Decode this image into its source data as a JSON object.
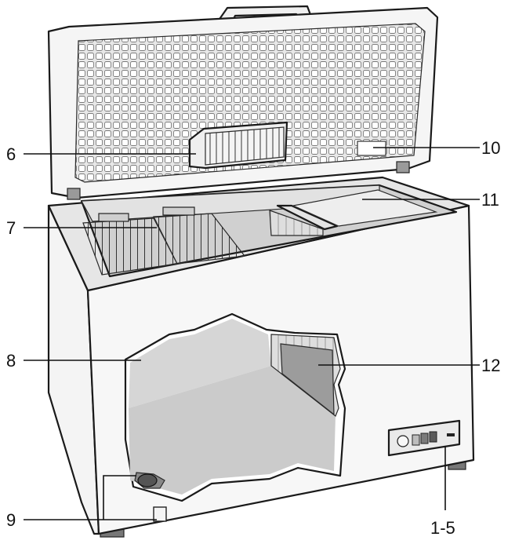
{
  "diagram": {
    "callouts": [
      {
        "id": "6",
        "label": "6"
      },
      {
        "id": "10",
        "label": "10"
      },
      {
        "id": "7",
        "label": "7"
      },
      {
        "id": "11",
        "label": "11"
      },
      {
        "id": "8",
        "label": "8"
      },
      {
        "id": "12",
        "label": "12"
      },
      {
        "id": "9",
        "label": "9"
      },
      {
        "id": "1-5",
        "label": "1-5"
      }
    ],
    "colors": {
      "body": "#f2f2f2",
      "body_shadow": "#dcdcdc",
      "interior": "#d9d9d9",
      "interior_dark": "#bdbdbd",
      "outline": "#1a1a1a"
    }
  }
}
